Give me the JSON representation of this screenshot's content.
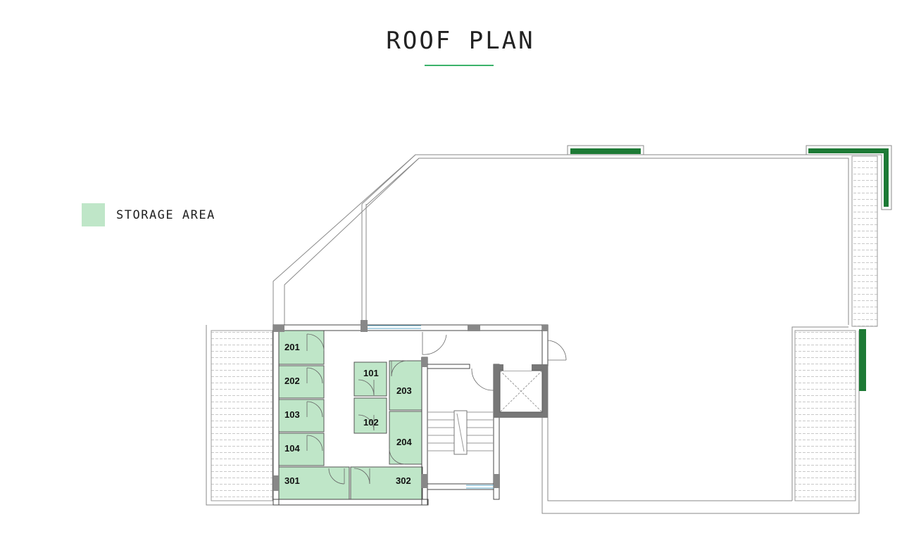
{
  "title": "ROOF PLAN",
  "legend": {
    "label": "STORAGE AREA",
    "color": "#bfe6c8"
  },
  "colors": {
    "accent": "#3bb36a",
    "planter": "#1d7a35",
    "storage": "#bfe6c8",
    "wall": "#555555"
  },
  "storage_units": [
    {
      "id": "u201",
      "label": "201"
    },
    {
      "id": "u202",
      "label": "202"
    },
    {
      "id": "u103",
      "label": "103"
    },
    {
      "id": "u104",
      "label": "104"
    },
    {
      "id": "u301",
      "label": "301"
    },
    {
      "id": "u101",
      "label": "101"
    },
    {
      "id": "u102",
      "label": "102"
    },
    {
      "id": "u203",
      "label": "203"
    },
    {
      "id": "u204",
      "label": "204"
    },
    {
      "id": "u302",
      "label": "302"
    }
  ]
}
